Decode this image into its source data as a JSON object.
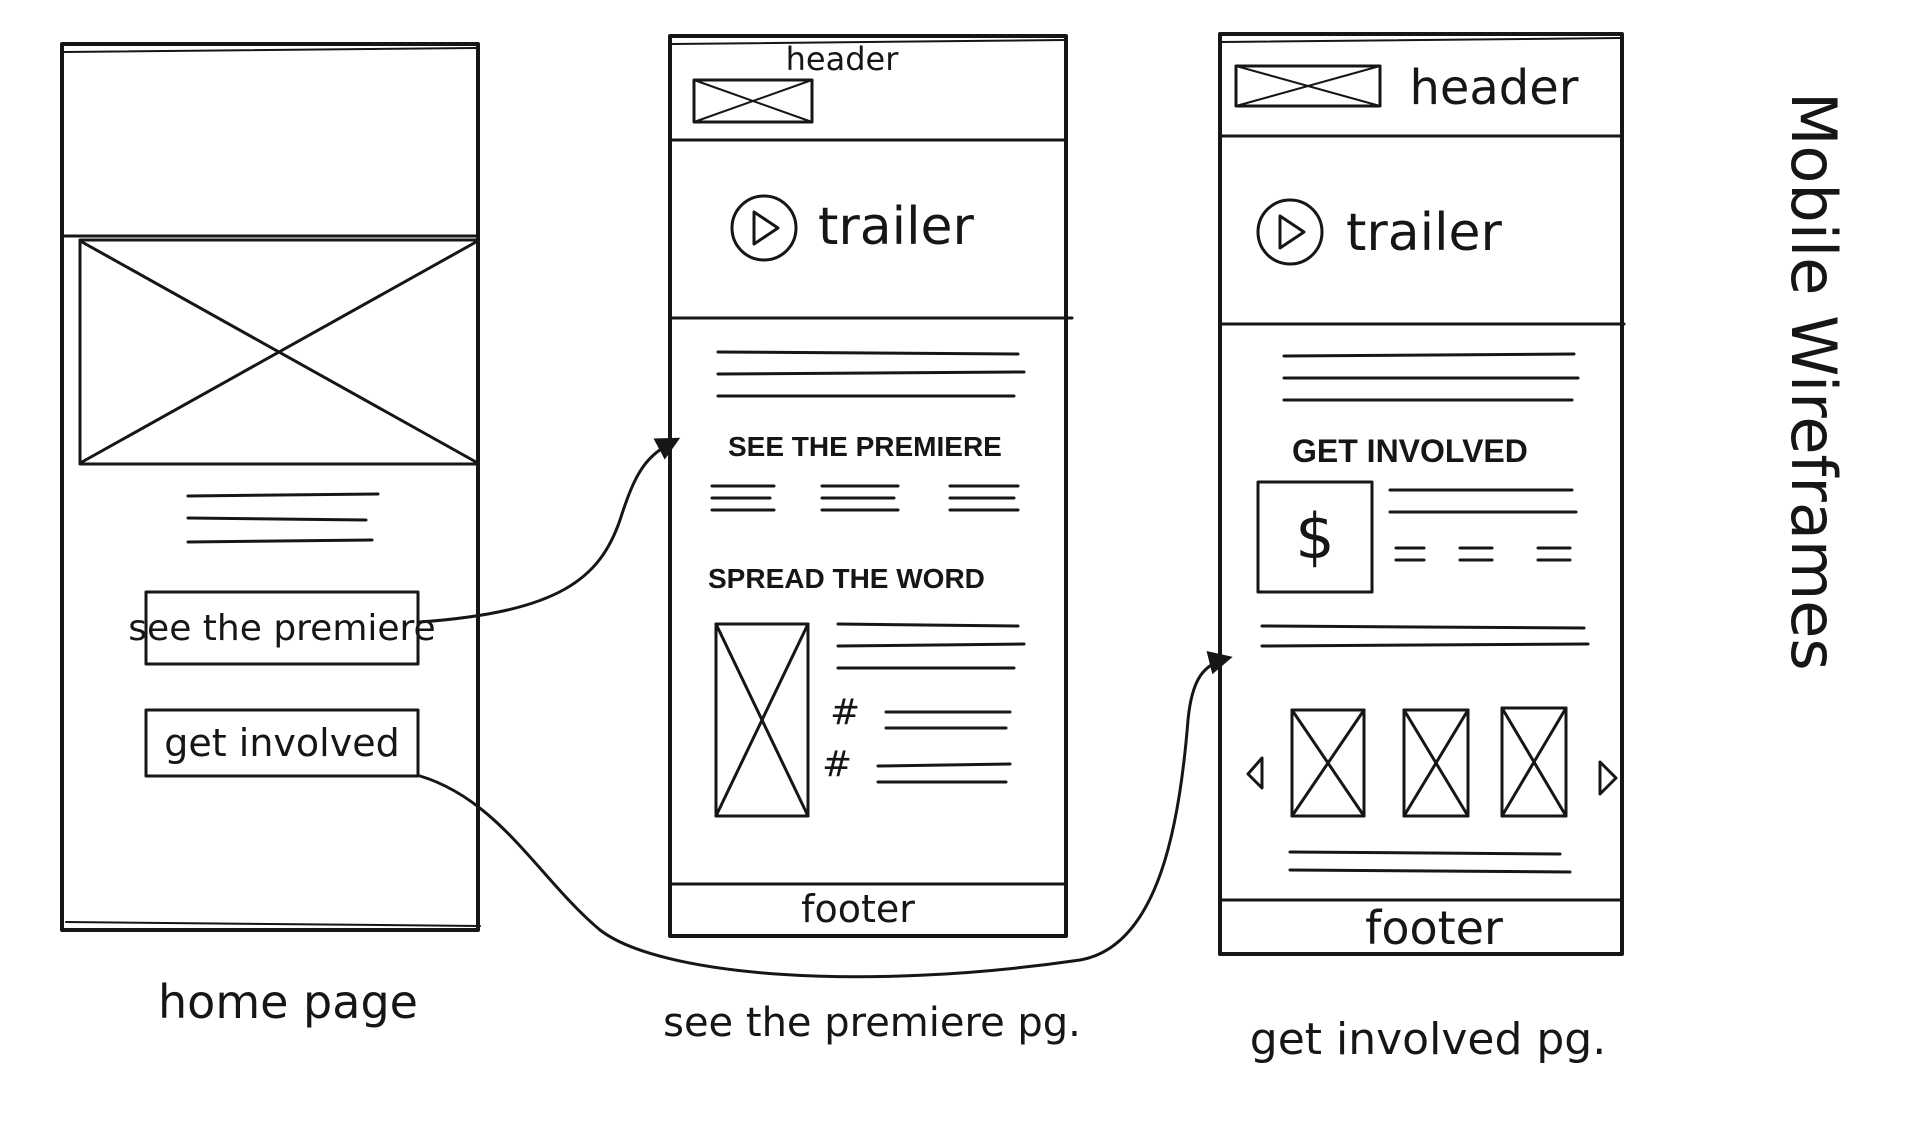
{
  "frames": {
    "home": {
      "buttons": {
        "see_premiere": "see the premiere",
        "get_involved": "get involved"
      },
      "caption": "home page"
    },
    "premiere": {
      "header": "header",
      "trailer": "trailer",
      "section_1": "SEE THE PREMIERE",
      "section_2": "SPREAD THE WORD",
      "hash_1": "#",
      "hash_2": "#",
      "footer": "footer",
      "caption": "see the premiere pg."
    },
    "involved": {
      "header": "header",
      "trailer": "trailer",
      "section_1": "GET INVOLVED",
      "dollar": "$",
      "footer": "footer",
      "caption": "get involved pg."
    }
  },
  "side_title": "Mobile Wireframes",
  "colors": {
    "ink": "#161616",
    "paper": "#ffffff"
  },
  "icons": [
    "image-placeholder-icon",
    "play-icon",
    "dollar-icon",
    "hashtag-icon",
    "chevron-left-icon",
    "chevron-right-icon",
    "arrow-icon"
  ]
}
